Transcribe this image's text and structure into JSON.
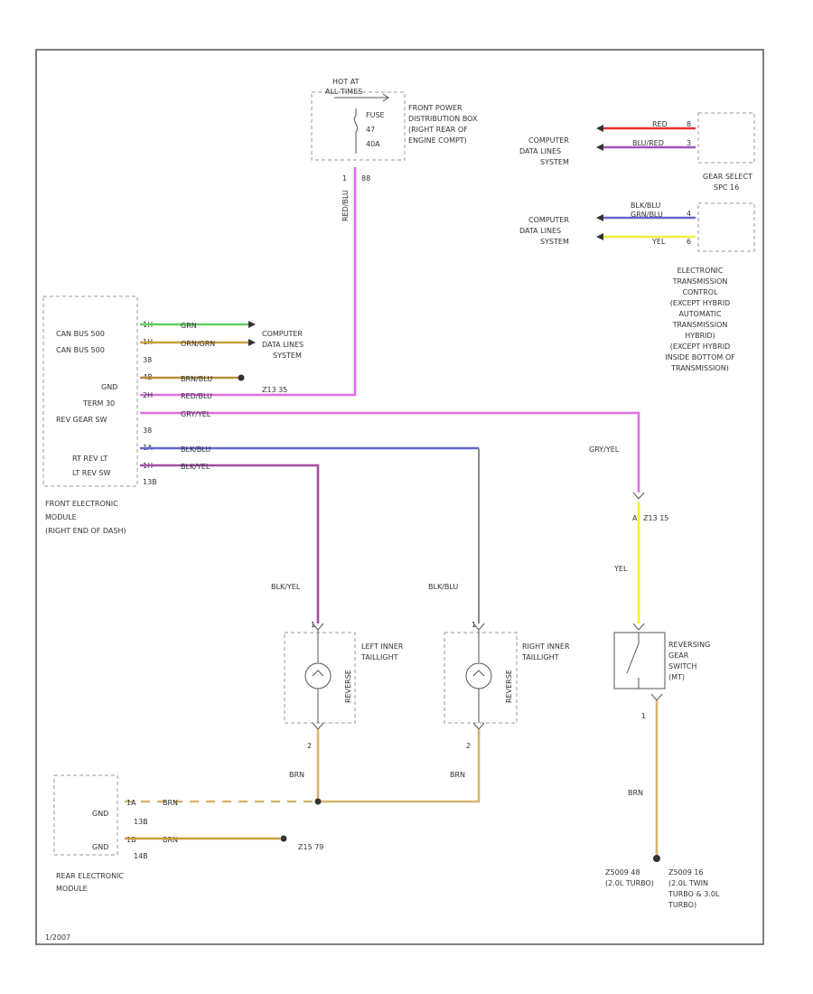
{
  "hot_at_all_times": [
    "HOT AT",
    "ALL TIMES"
  ],
  "fuse": [
    "FUSE",
    "47",
    "40A"
  ],
  "fpdb": [
    "FRONT POWER",
    "DISTRIBUTION BOX",
    "(RIGHT REAR OF",
    "ENGINE COMPT)"
  ],
  "fpdb_pins": [
    "1",
    "88"
  ],
  "fpdb_wire": "RED/BLU",
  "cdls": [
    "COMPUTER",
    "DATA LINES",
    "SYSTEM"
  ],
  "gear_select": {
    "wires": [
      "RED",
      "BLU/RED",
      "BLK/BLU",
      "GRN/BLU",
      "YEL"
    ],
    "pins": [
      "8",
      "3",
      "4",
      "6"
    ],
    "title": [
      "GEAR SELECT",
      "SPC 16"
    ],
    "etc": [
      "ELECTRONIC",
      "TRANSMISSION",
      "CONTROL",
      "(EXCEPT HYBRID",
      "AUTOMATIC",
      "TRANSMISSION",
      "HYBRID)",
      "(EXCEPT HYBRID",
      "INSIDE BOTTOM OF",
      "TRANSMISSION)"
    ]
  },
  "fem": {
    "pin_labels": [
      "CAN BUS 500",
      "CAN BUS 500",
      "GND",
      "TERM 30",
      "REV GEAR SW",
      "RT REV LT",
      "LT REV SW"
    ],
    "pins": [
      "1H",
      "1H",
      "38",
      "4B",
      "2H",
      "38",
      "1A",
      "1H",
      "13B"
    ],
    "wires": [
      "GRN",
      "ORN/GRN",
      "BRN/BLU",
      "RED/BLU",
      "GRY/YEL",
      "BLK/BLU",
      "BLK/YEL"
    ],
    "splice": "Z13 35",
    "title": [
      "FRONT ELECTRONIC",
      "MODULE",
      "(RIGHT END OF DASH)"
    ]
  },
  "gry_yel": "GRY/YEL",
  "z13": "Z13 15",
  "pin_a": "A",
  "yel": "YEL",
  "left_lamp": {
    "wire": "BLK/YEL",
    "label": [
      "LEFT INNER",
      "TAILLIGHT"
    ],
    "side": "REVERSE",
    "pin": "2",
    "pin_top": "1",
    "lower": "BRN"
  },
  "right_lamp": {
    "wire": "BLK/BLU",
    "label": [
      "RIGHT INNER",
      "TAILLIGHT"
    ],
    "side": "REVERSE",
    "pin": "2",
    "pin_top": "1",
    "lower": "BRN"
  },
  "rev_switch": {
    "label": [
      "REVERSING",
      "GEAR",
      "SWITCH",
      "(MT)"
    ],
    "pin": "1",
    "wire": "BRN"
  },
  "rem": {
    "labels": [
      "GND",
      "GND"
    ],
    "pins": [
      "1A",
      "13B",
      "1B",
      "14B"
    ],
    "wires": [
      "BRN",
      "BRN"
    ],
    "splice": "Z15 79",
    "title": [
      "REAR ELECTRONIC",
      "MODULE"
    ]
  },
  "ground1": [
    "Z5009 48",
    "(2.0L TURBO)"
  ],
  "ground2": [
    "Z5009 16",
    "(2.0L TWIN",
    "TURBO & 3.0L",
    "TURBO)"
  ],
  "footer": "1/2007",
  "chart_data": {
    "type": "diagram",
    "nodes": [
      "FRONT POWER DISTRIBUTION BOX",
      "FRONT ELECTRONIC MODULE",
      "GEAR SELECT",
      "LEFT INNER TAILLIGHT",
      "RIGHT INNER TAILLIGHT",
      "REVERSING GEAR SWITCH (MT)",
      "REAR ELECTRONIC MODULE"
    ],
    "wires": [
      "RED/BLU",
      "GRN",
      "ORN/GRN",
      "BRN/BLU",
      "GRY/YEL",
      "BLK/BLU",
      "BLK/YEL",
      "YEL",
      "BRN"
    ]
  },
  "colors": {
    "pink": "#e070e0",
    "blue": "#6464d0",
    "green": "#60d060",
    "orange": "#d8a060",
    "tan": "#d8b470",
    "brown": "#c8a060",
    "red": "#e83030",
    "yellow": "#f0f040",
    "magenta": "#a050c0"
  }
}
